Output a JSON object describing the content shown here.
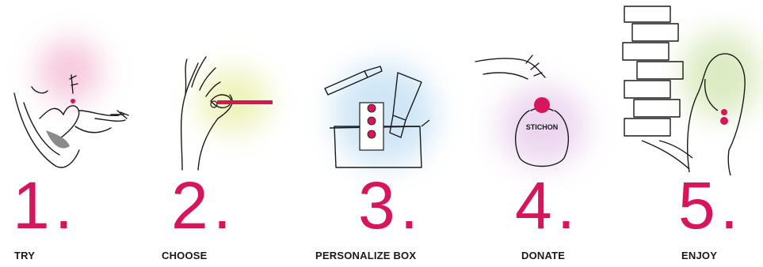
{
  "colors": {
    "accent": "#d6155d",
    "ink": "#1a1a1a",
    "glow_pink": "#f6c9dd",
    "glow_yellow": "#eef2b8",
    "glow_blue": "#cfe6f6",
    "glow_lilac": "#ecd6ef",
    "glow_green": "#dcebc3"
  },
  "steps": [
    {
      "number": "1.",
      "label": "TRY",
      "icon": "perfume-trial-icon"
    },
    {
      "number": "2.",
      "label": "CHOOSE",
      "icon": "hand-choose-icon"
    },
    {
      "number": "3.",
      "label": "PERSONALIZE BOX",
      "icon": "gift-box-icon"
    },
    {
      "number": "4.",
      "label": "DONATE",
      "icon": "donation-jar-icon"
    },
    {
      "number": "5.",
      "label": "ENJOY",
      "icon": "woman-boxes-icon"
    }
  ],
  "jar_text": "STICHON"
}
